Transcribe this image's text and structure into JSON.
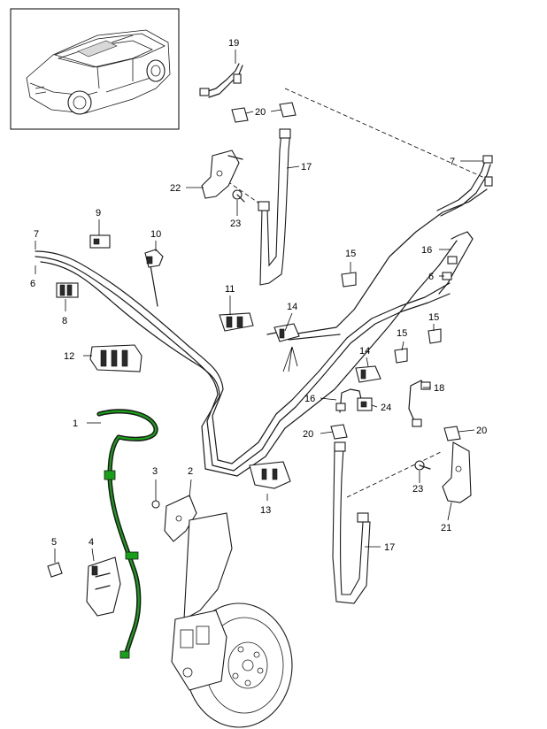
{
  "diagram": {
    "highlight_color": "#18a018",
    "callouts": {
      "c1": "1",
      "c2": "2",
      "c3": "3",
      "c4": "4",
      "c5": "5",
      "c6a": "6",
      "c6b": "6",
      "c7a": "7",
      "c7b": "7",
      "c8": "8",
      "c9": "9",
      "c10": "10",
      "c11": "11",
      "c12": "12",
      "c13": "13",
      "c14a": "14",
      "c14b": "14",
      "c15a": "15",
      "c15b": "15",
      "c15c": "15",
      "c16a": "16",
      "c16b": "16",
      "c17a": "17",
      "c17b": "17",
      "c18": "18",
      "c19": "19",
      "c20a": "20",
      "c20b": "20",
      "c20c": "20",
      "c21": "21",
      "c22": "22",
      "c23a": "23",
      "c23b": "23",
      "c24": "24"
    }
  }
}
